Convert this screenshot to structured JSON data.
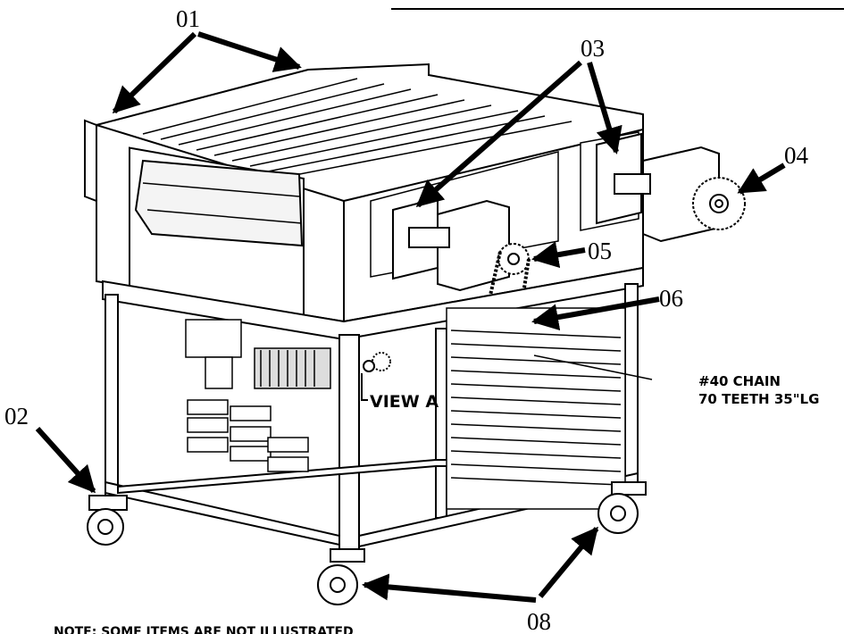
{
  "callouts": {
    "c01": "01",
    "c02": "02",
    "c03": "03",
    "c04": "04",
    "c05": "05",
    "c06": "06",
    "c08": "08"
  },
  "chain_spec": {
    "line1": "#40 CHAIN",
    "line2": "70 TEETH 35\"LG"
  },
  "view_label": "VIEW A",
  "note": "NOTE: SOME ITEMS ARE NOT ILLUSTRATED"
}
